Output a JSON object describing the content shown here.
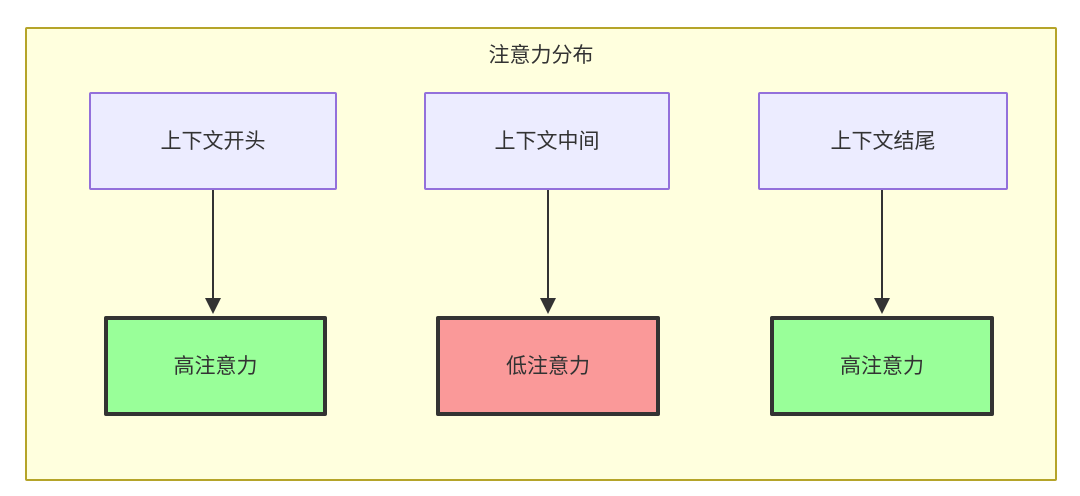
{
  "diagram": {
    "title": "注意力分布",
    "type": "flowchart",
    "container": {
      "fill": "#ffffde",
      "stroke": "#b5a429"
    },
    "colors": {
      "context_fill": "#ececff",
      "context_stroke": "#9370db",
      "high_attention_fill": "#99ff99",
      "low_attention_fill": "#fa9999",
      "attention_stroke": "#333333",
      "edge_stroke": "#333333",
      "text": "#333333"
    },
    "context_nodes": [
      {
        "id": "ctx-start",
        "label": "上下文开头"
      },
      {
        "id": "ctx-middle",
        "label": "上下文中间"
      },
      {
        "id": "ctx-end",
        "label": "上下文结尾"
      }
    ],
    "attention_nodes": [
      {
        "id": "attn-start",
        "label": "高注意力",
        "level": "high"
      },
      {
        "id": "attn-middle",
        "label": "低注意力",
        "level": "low"
      },
      {
        "id": "attn-end",
        "label": "高注意力",
        "level": "high"
      }
    ],
    "edges": [
      {
        "from": "ctx-start",
        "to": "attn-start",
        "label": ""
      },
      {
        "from": "ctx-middle",
        "to": "attn-middle",
        "label": ""
      },
      {
        "from": "ctx-end",
        "to": "attn-end",
        "label": ""
      }
    ]
  }
}
